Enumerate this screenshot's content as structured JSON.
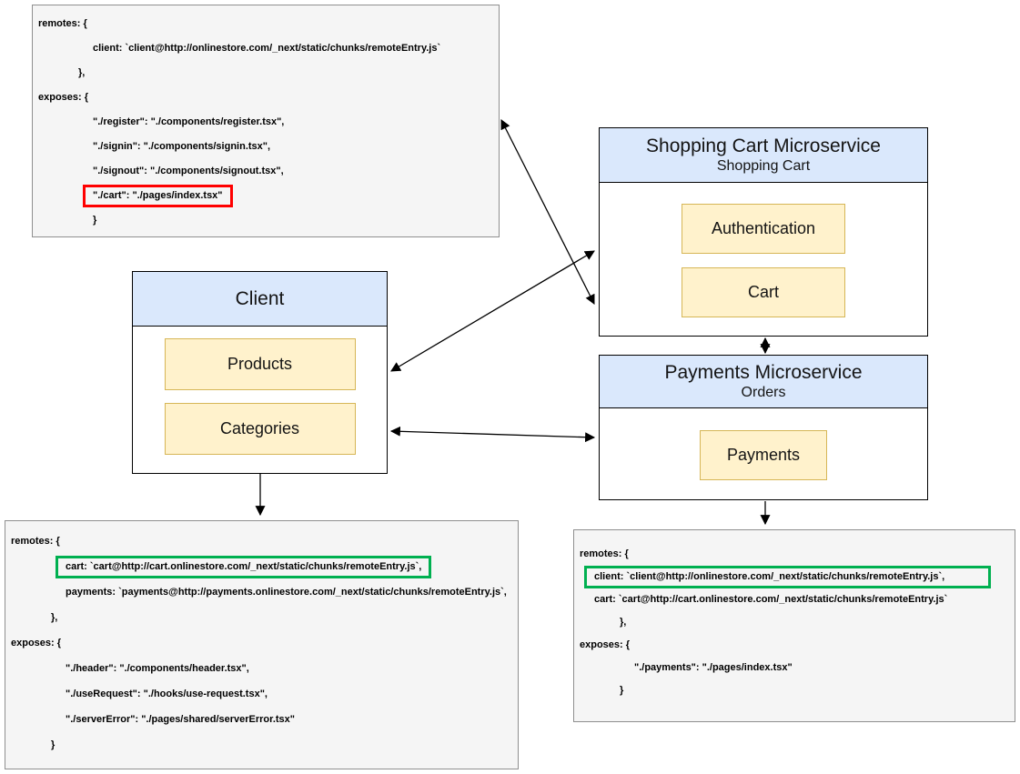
{
  "colors": {
    "code_block_bg": "#f5f5f5",
    "code_block_border": "#8f8f8f",
    "node_header_bg": "#dae8fc",
    "component_bg": "#fff2cc",
    "component_border": "#d6b656",
    "highlight_red": "#ff0000",
    "highlight_green": "#00b050",
    "arrow": "#000000"
  },
  "nodes": {
    "client": {
      "title": "Client",
      "components": [
        "Products",
        "Categories"
      ]
    },
    "shopping_cart": {
      "title": "Shopping Cart Microservice",
      "subtitle": "Shopping Cart",
      "components": [
        "Authentication",
        "Cart"
      ]
    },
    "payments": {
      "title": "Payments Microservice",
      "subtitle": "Orders",
      "components": [
        "Payments"
      ]
    }
  },
  "code_blocks": {
    "shopping_cart_config": {
      "lines": [
        "remotes: {",
        "client: `client@http://onlinestore.com/_next/static/chunks/remoteEntry.js`",
        "},",
        "exposes: {",
        "\"./register\": \"./components/register.tsx\",",
        "\"./signin\": \"./components/signin.tsx\",",
        "\"./signout\": \"./components/signout.tsx\",",
        "\"./cart\": \"./pages/index.tsx\"",
        "}"
      ],
      "highlight": {
        "line_index": 7,
        "color": "red"
      }
    },
    "client_config": {
      "lines": [
        "remotes: {",
        "cart: `cart@http://cart.onlinestore.com/_next/static/chunks/remoteEntry.js`,",
        "payments: `payments@http://payments.onlinestore.com/_next/static/chunks/remoteEntry.js`,",
        "},",
        "exposes: {",
        "\"./header\": \"./components/header.tsx\",",
        "\"./useRequest\": \"./hooks/use-request.tsx\",",
        "\"./serverError\": \"./pages/shared/serverError.tsx\"",
        "}"
      ],
      "highlight": {
        "line_index": 1,
        "color": "green"
      }
    },
    "payments_config": {
      "lines": [
        "remotes: {",
        "client: `client@http://onlinestore.com/_next/static/chunks/remoteEntry.js`,",
        "cart: `cart@http://cart.onlinestore.com/_next/static/chunks/remoteEntry.js`",
        "},",
        "exposes: {",
        "\"./payments\": \"./pages/index.tsx\"",
        "}"
      ],
      "highlight": {
        "line_index": 1,
        "color": "green"
      }
    }
  }
}
